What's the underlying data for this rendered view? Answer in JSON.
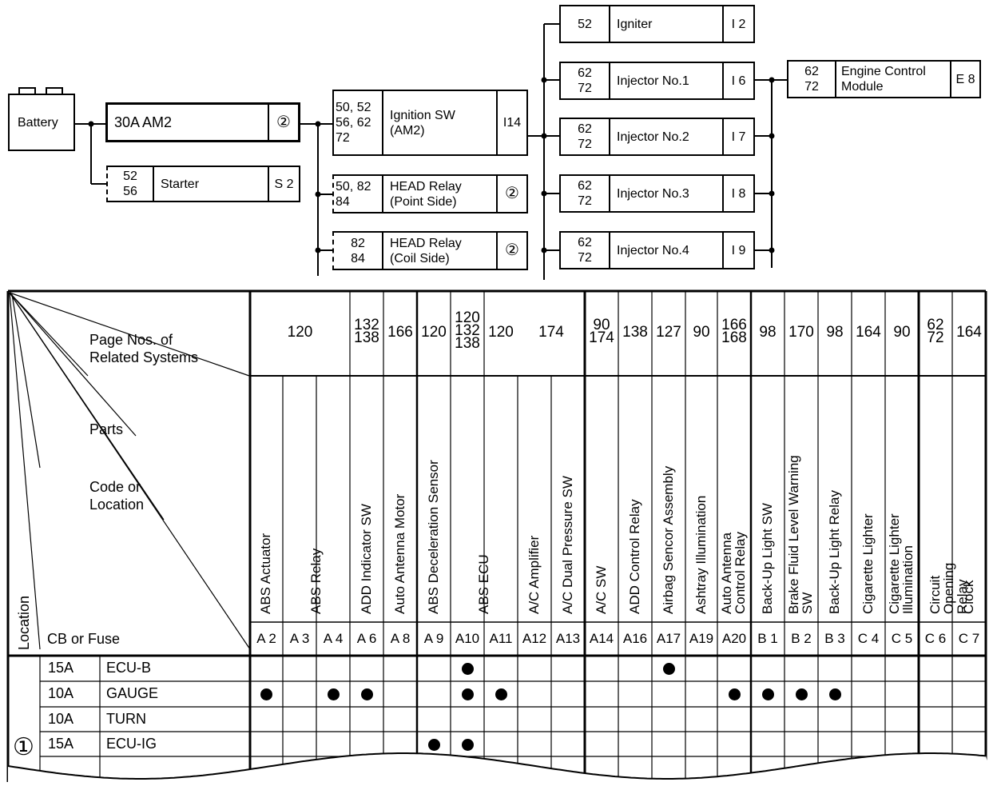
{
  "wiring": {
    "battery": "Battery",
    "fuse_box": {
      "label": "30A AM2",
      "code": "②"
    },
    "starter": {
      "pages": "52\n56",
      "name": "Starter",
      "code": "S 2"
    },
    "ignition_sw": {
      "pages": "50, 52\n56, 62\n72",
      "name": "Ignition  SW\n(AM2)",
      "code": "I14"
    },
    "head_relay_point": {
      "pages": "50, 82\n84",
      "name": "HEAD  Relay\n(Point  Side)",
      "code": "②"
    },
    "head_relay_coil": {
      "pages": "82\n84",
      "name": "HEAD  Relay\n(Coil  Side)",
      "code": "②"
    },
    "igniter": {
      "pages": "52",
      "name": "Igniter",
      "code": "I 2"
    },
    "injectors": [
      {
        "pages": "62\n72",
        "name": "Injector  No.1",
        "code": "I 6"
      },
      {
        "pages": "62\n72",
        "name": "Injector  No.2",
        "code": "I 7"
      },
      {
        "pages": "62\n72",
        "name": "Injector  No.3",
        "code": "I 8"
      },
      {
        "pages": "62\n72",
        "name": "Injector  No.4",
        "code": "I 9"
      }
    ],
    "ecm": {
      "pages": "62\n72",
      "name": "Engine  Control\nModule",
      "code": "E 8"
    }
  },
  "matrix": {
    "header_page_nos": "Page Nos. of\nRelated Systems",
    "header_parts": "Parts",
    "header_code": "Code  or\nLocation",
    "header_location": "Location",
    "header_cb": "CB  or  Fuse",
    "parts": [
      "ABS  Actuator",
      "ABS  Relay",
      "ADD  Indicator  SW",
      "Auto  Antenna  Motor",
      "ABS  Deceleration  Sensor",
      "ABS  ECU",
      "A/C  Amplifier",
      "A/C  Dual  Pressure  SW",
      "A/C  SW",
      "ADD  Control  Relay",
      "Airbag  Sencor  Assembly",
      "Ashtray  Illumination",
      "Auto  Antenna\nControl  Relay",
      "Back-Up  Light  SW",
      "Brake  Fluid  Level  Warning\nSW",
      "Back-Up  Light  Relay",
      "Cigarette  Lighter",
      "Cigarette  Lighter\nIllumination",
      "Circuit  Opening  Relay",
      "Clock"
    ],
    "codes": [
      "A 2",
      "A 3",
      "A 4",
      "A 6",
      "A 8",
      "A 9",
      "A10",
      "A11",
      "A12",
      "A13",
      "A14",
      "A16",
      "A17",
      "A19",
      "A20",
      "B  1",
      "B  2",
      "B  3",
      "C  4",
      "C  5",
      "C  6",
      "C  7"
    ],
    "pages": [
      {
        "text": "120"
      },
      {
        "text": "132\n138"
      },
      {
        "text": "166"
      },
      {
        "text": "120"
      },
      {
        "text": "120\n132\n138"
      },
      {
        "text": "120"
      },
      {
        "text": "174"
      },
      {
        "text": "90\n174"
      },
      {
        "text": "138"
      },
      {
        "text": "127"
      },
      {
        "text": "90"
      },
      {
        "text": "166\n168"
      },
      {
        "text": "98"
      },
      {
        "text": "170"
      },
      {
        "text": "98"
      },
      {
        "text": "164"
      },
      {
        "text": "90"
      },
      {
        "text": "62\n72"
      },
      {
        "text": "164"
      }
    ],
    "location_value": "①",
    "rows": [
      {
        "amp": "15A",
        "fuse": "ECU-B",
        "dots": [
          6,
          12
        ]
      },
      {
        "amp": "10A",
        "fuse": "GAUGE",
        "dots": [
          0,
          2,
          3,
          6,
          7,
          14,
          15,
          16,
          17
        ]
      },
      {
        "amp": "10A",
        "fuse": "TURN",
        "dots": []
      },
      {
        "amp": "15A",
        "fuse": "ECU-IG",
        "dots": [
          5,
          6
        ]
      }
    ]
  }
}
